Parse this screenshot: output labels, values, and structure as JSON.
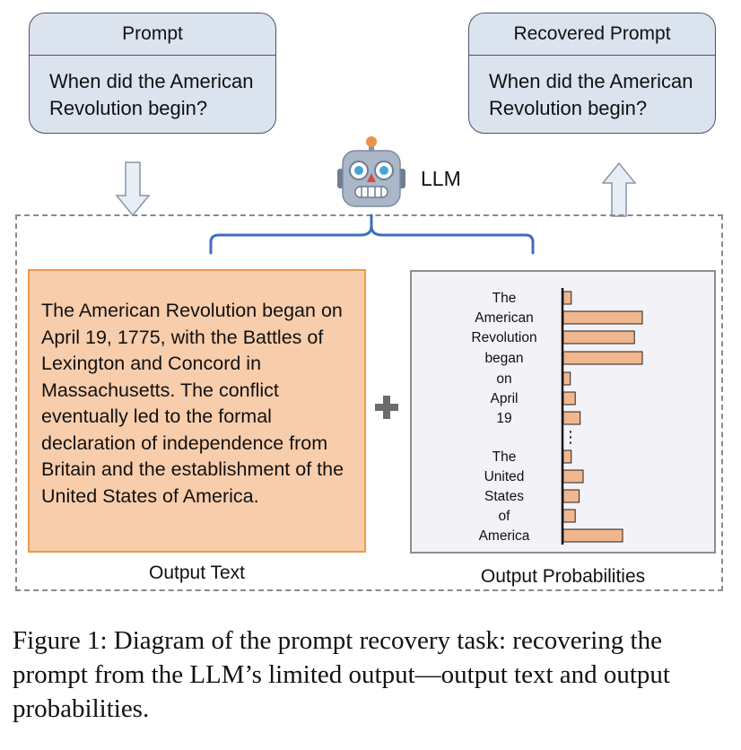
{
  "prompt_card": {
    "title": "Prompt",
    "text": "When did the American Revolution begin?"
  },
  "recovered_card": {
    "title": "Recovered Prompt",
    "text": "When did the American Revolution begin?"
  },
  "llm": {
    "label": "LLM",
    "icon": "robot-icon"
  },
  "output_text": {
    "text": "The American Revolution began on April 19, 1775, with the Battles of Lexington and Concord in Massachusetts. The conflict eventually led to the formal declaration of independence from Britain and the establishment of the United States of America.",
    "label": "Output Text"
  },
  "plus_icon": "plus-icon",
  "output_probabilities": {
    "label": "Output Probabilities",
    "ellipsis": "⋮",
    "tokens": [
      {
        "token": "The",
        "prob": 0.08
      },
      {
        "token": "American",
        "prob": 0.8
      },
      {
        "token": "Revolution",
        "prob": 0.72
      },
      {
        "token": "began",
        "prob": 0.8
      },
      {
        "token": "on",
        "prob": 0.07
      },
      {
        "token": "April",
        "prob": 0.12
      },
      {
        "token": "19",
        "prob": 0.17
      },
      {
        "token": "The",
        "prob": 0.08
      },
      {
        "token": "United",
        "prob": 0.2
      },
      {
        "token": "States",
        "prob": 0.16
      },
      {
        "token": "of",
        "prob": 0.12
      },
      {
        "token": "America",
        "prob": 0.6
      }
    ]
  },
  "caption": "Figure 1: Diagram of the prompt recovery task: recovering the prompt from the LLM’s limited output—output text and output probabilities.",
  "colors": {
    "card_fill": "#dbe3ef",
    "output_text_fill": "#f8cdab",
    "output_text_border": "#ec9a49",
    "bar_fill": "#f0b78e",
    "brace": "#3d6fc0"
  }
}
